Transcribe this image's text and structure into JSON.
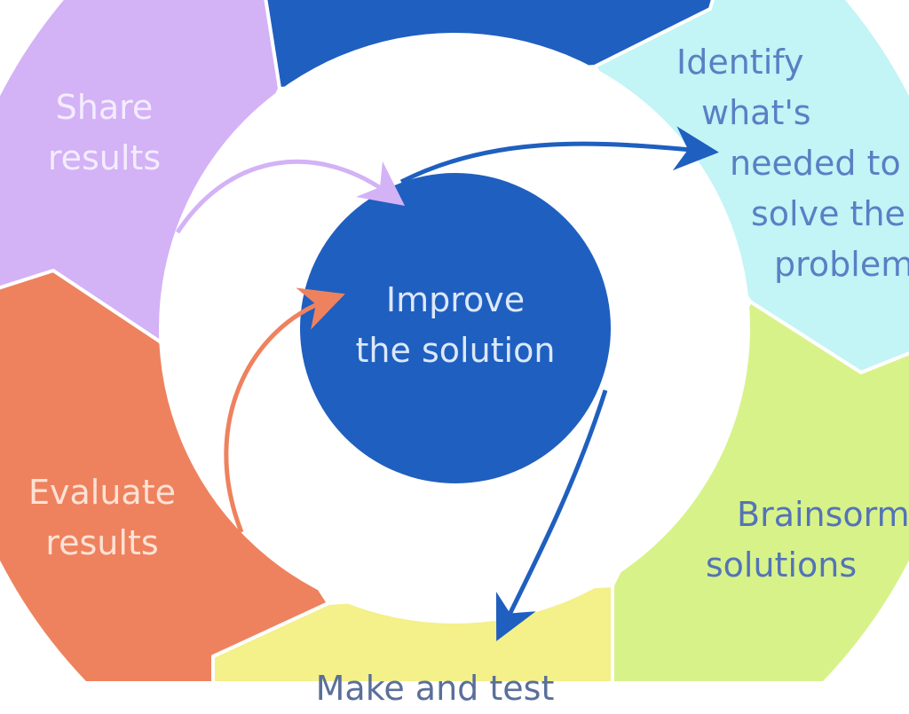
{
  "center": {
    "label_line1": "Improve",
    "label_line2": "the solution"
  },
  "steps": [
    {
      "id": "share",
      "lines": [
        "Share",
        "results"
      ],
      "color": "#d3b2f6",
      "text_color": "#f4ecff"
    },
    {
      "id": "identify",
      "lines": [
        "Identify",
        "what's",
        "needed to",
        "solve the",
        "problem"
      ],
      "color": "#c3f4f6",
      "text_color": "#5b7fc4"
    },
    {
      "id": "brainstorm",
      "lines": [
        "Brainsorm",
        "solutions"
      ],
      "color": "#d8f28a",
      "text_color": "#5374b6"
    },
    {
      "id": "make",
      "lines": [
        "Make and test"
      ],
      "color": "#f4f08a",
      "text_color": "#5a6f9a"
    },
    {
      "id": "evaluate",
      "lines": [
        "Evaluate",
        "results"
      ],
      "color": "#ee825e",
      "text_color": "#fde2d6"
    },
    {
      "id": "top",
      "lines": [],
      "color": "#1f5fbf"
    }
  ],
  "colors": {
    "center": "#1f5fbf",
    "arrow_blue": "#1f5fbf",
    "arrow_purple": "#d3b2f6",
    "arrow_orange": "#ee825e"
  }
}
